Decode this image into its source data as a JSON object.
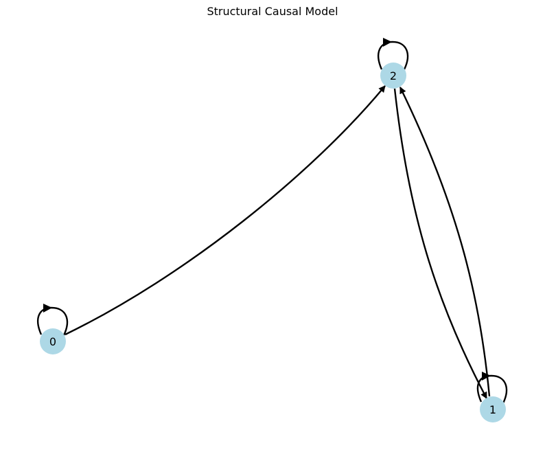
{
  "title": "Structural Causal Model",
  "colors": {
    "node_fill": "#add8e6",
    "edge_stroke": "#000000",
    "background": "#ffffff"
  },
  "nodes": [
    {
      "id": "0",
      "label": "0"
    },
    {
      "id": "1",
      "label": "1"
    },
    {
      "id": "2",
      "label": "2"
    }
  ],
  "edges": [
    {
      "from": "0",
      "to": "0",
      "type": "self-loop"
    },
    {
      "from": "1",
      "to": "1",
      "type": "self-loop"
    },
    {
      "from": "2",
      "to": "2",
      "type": "self-loop"
    },
    {
      "from": "0",
      "to": "2",
      "type": "directed"
    },
    {
      "from": "2",
      "to": "1",
      "type": "directed"
    },
    {
      "from": "1",
      "to": "2",
      "type": "directed"
    }
  ]
}
